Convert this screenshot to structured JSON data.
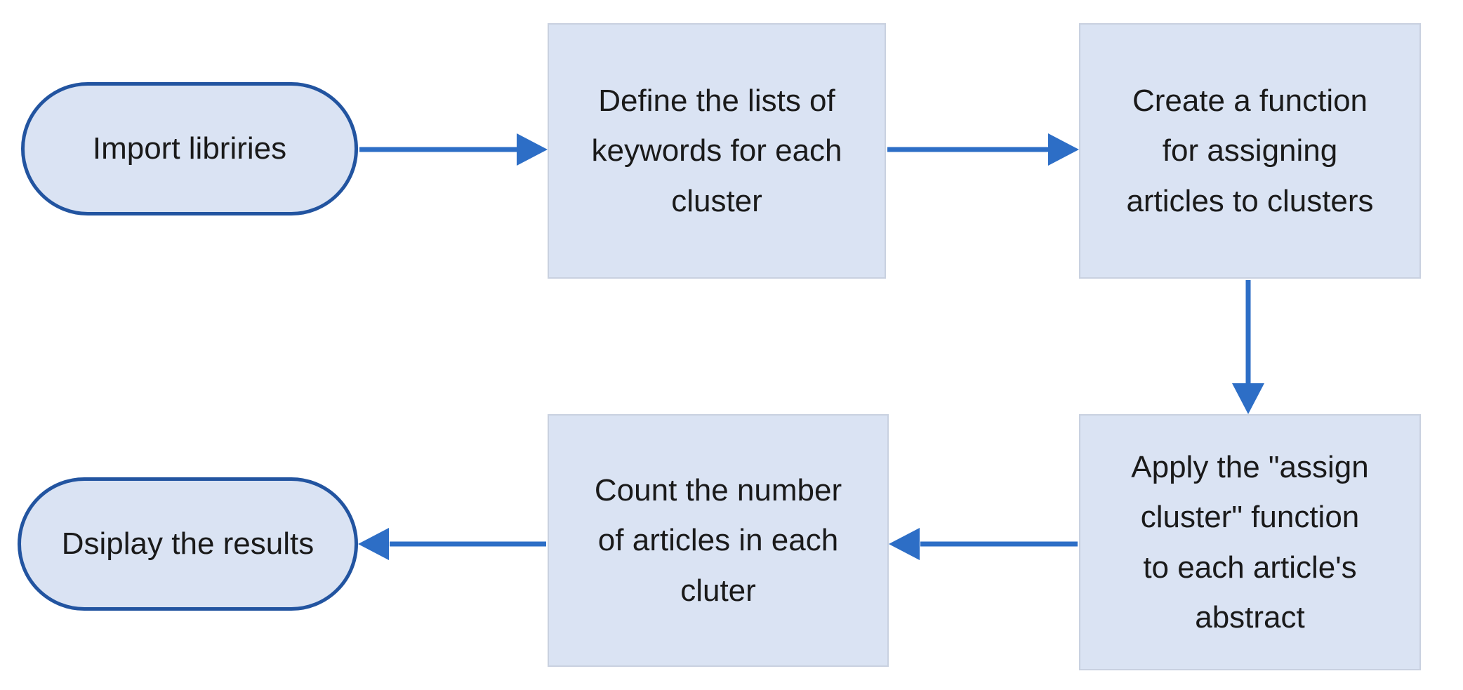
{
  "diagram": {
    "type": "flowchart",
    "description": "Article clustering pipeline flowchart"
  },
  "colors": {
    "background": "#ffffff",
    "node_fill": "#dae3f3",
    "rect_border": "#c9d1e0",
    "terminator_border": "#2254a0",
    "arrow": "#2d6ec6",
    "text": "#1a1a1a"
  },
  "nodes": [
    {
      "id": "import",
      "type": "terminator",
      "label": "Import libriries"
    },
    {
      "id": "define",
      "type": "process",
      "label": "Define the lists of\nkeywords for each\ncluster"
    },
    {
      "id": "create",
      "type": "process",
      "label": "Create a function\nfor assigning\narticles to clusters"
    },
    {
      "id": "apply",
      "type": "process",
      "label": "Apply the \"assign\ncluster\" function\nto each article's\nabstract"
    },
    {
      "id": "count",
      "type": "process",
      "label": "Count the number\nof articles in each\ncluter"
    },
    {
      "id": "display",
      "type": "terminator",
      "label": "Dsiplay the results"
    }
  ],
  "edges": [
    {
      "from": "import",
      "to": "define",
      "direction": "right"
    },
    {
      "from": "define",
      "to": "create",
      "direction": "right"
    },
    {
      "from": "create",
      "to": "apply",
      "direction": "down"
    },
    {
      "from": "apply",
      "to": "count",
      "direction": "left"
    },
    {
      "from": "count",
      "to": "display",
      "direction": "left"
    }
  ]
}
